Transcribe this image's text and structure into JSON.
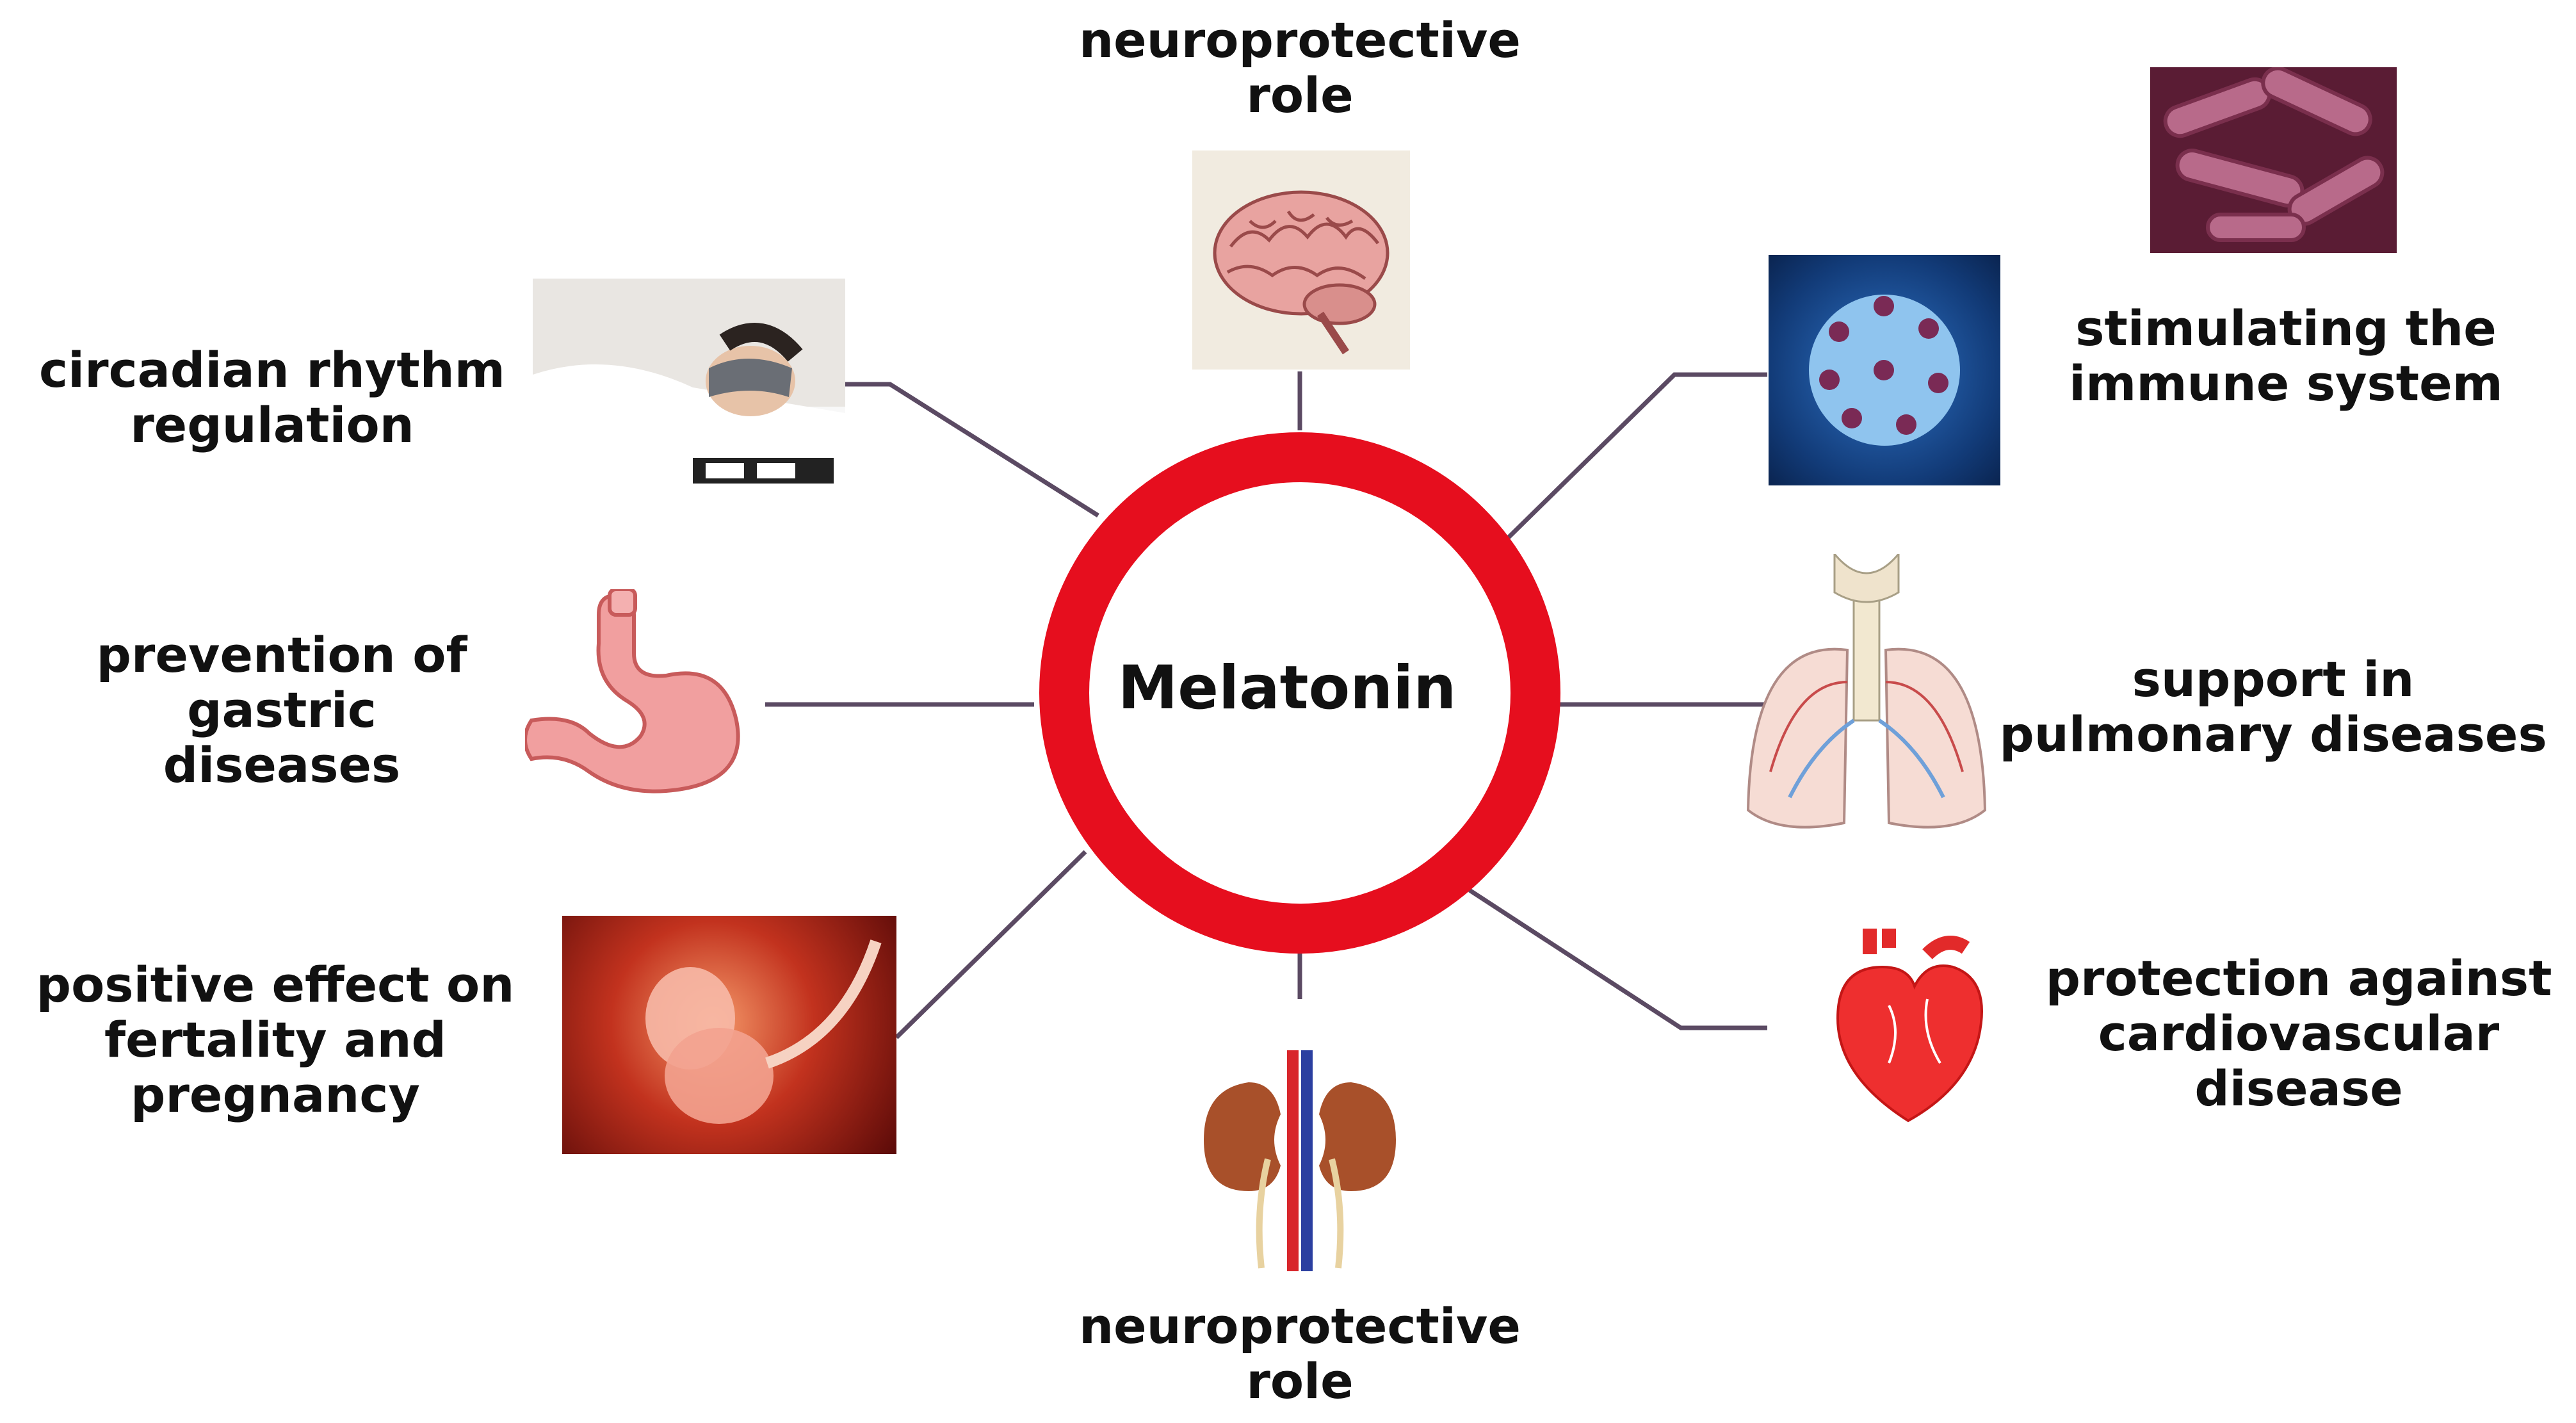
{
  "center": {
    "label": "Melatonin",
    "ring_color": "#e60e1e"
  },
  "connector_color": "#5b4a63",
  "nodes": {
    "top": {
      "lines": [
        "neuroprotective",
        "role"
      ],
      "icon": "brain-icon"
    },
    "top_left": {
      "lines": [
        "circadian rhythm",
        "regulation"
      ],
      "icon": "sleeping-woman-image"
    },
    "left": {
      "lines": [
        "prevention of",
        "gastric diseases"
      ],
      "icon": "stomach-icon"
    },
    "bottom_left": {
      "lines": [
        "positive effect on",
        "fertality and",
        "pregnancy"
      ],
      "icon": "fetus-image"
    },
    "bottom": {
      "lines": [
        "neuroprotective",
        "role"
      ],
      "icon": "kidneys-icon"
    },
    "bottom_right": {
      "lines": [
        "protection against",
        "cardiovascular",
        "disease"
      ],
      "icon": "heart-icon"
    },
    "right": {
      "lines": [
        "support in",
        "pulmonary diseases"
      ],
      "icon": "lungs-icon"
    },
    "top_right": {
      "lines": [
        "stimulating the",
        "immune system"
      ],
      "icon": "virus-image"
    },
    "far_top_right": {
      "icon": "bacteria-image"
    }
  }
}
